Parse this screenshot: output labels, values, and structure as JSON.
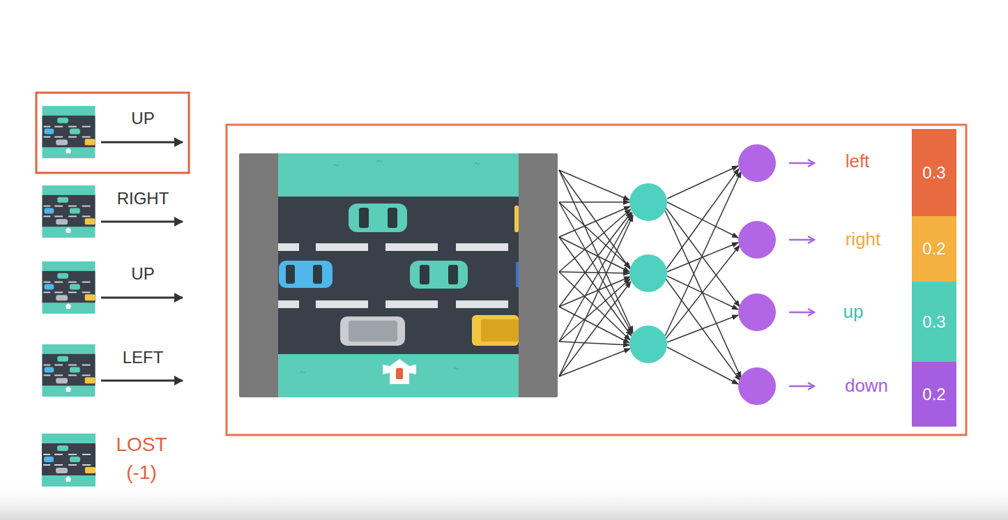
{
  "diagram": {
    "nodes": [
      {
        "text": [
          "0.3"
        ]
      },
      {
        "text": [
          "0.2"
        ]
      },
      {
        "text": [
          "0.3"
        ]
      },
      {
        "text": [
          "0.2"
        ]
      }
    ],
    "labels": [
      "UP",
      "RIGHT",
      "UP",
      "LEFT",
      "LOST (-1)",
      "left",
      "right",
      "up",
      "down"
    ]
  }
}
